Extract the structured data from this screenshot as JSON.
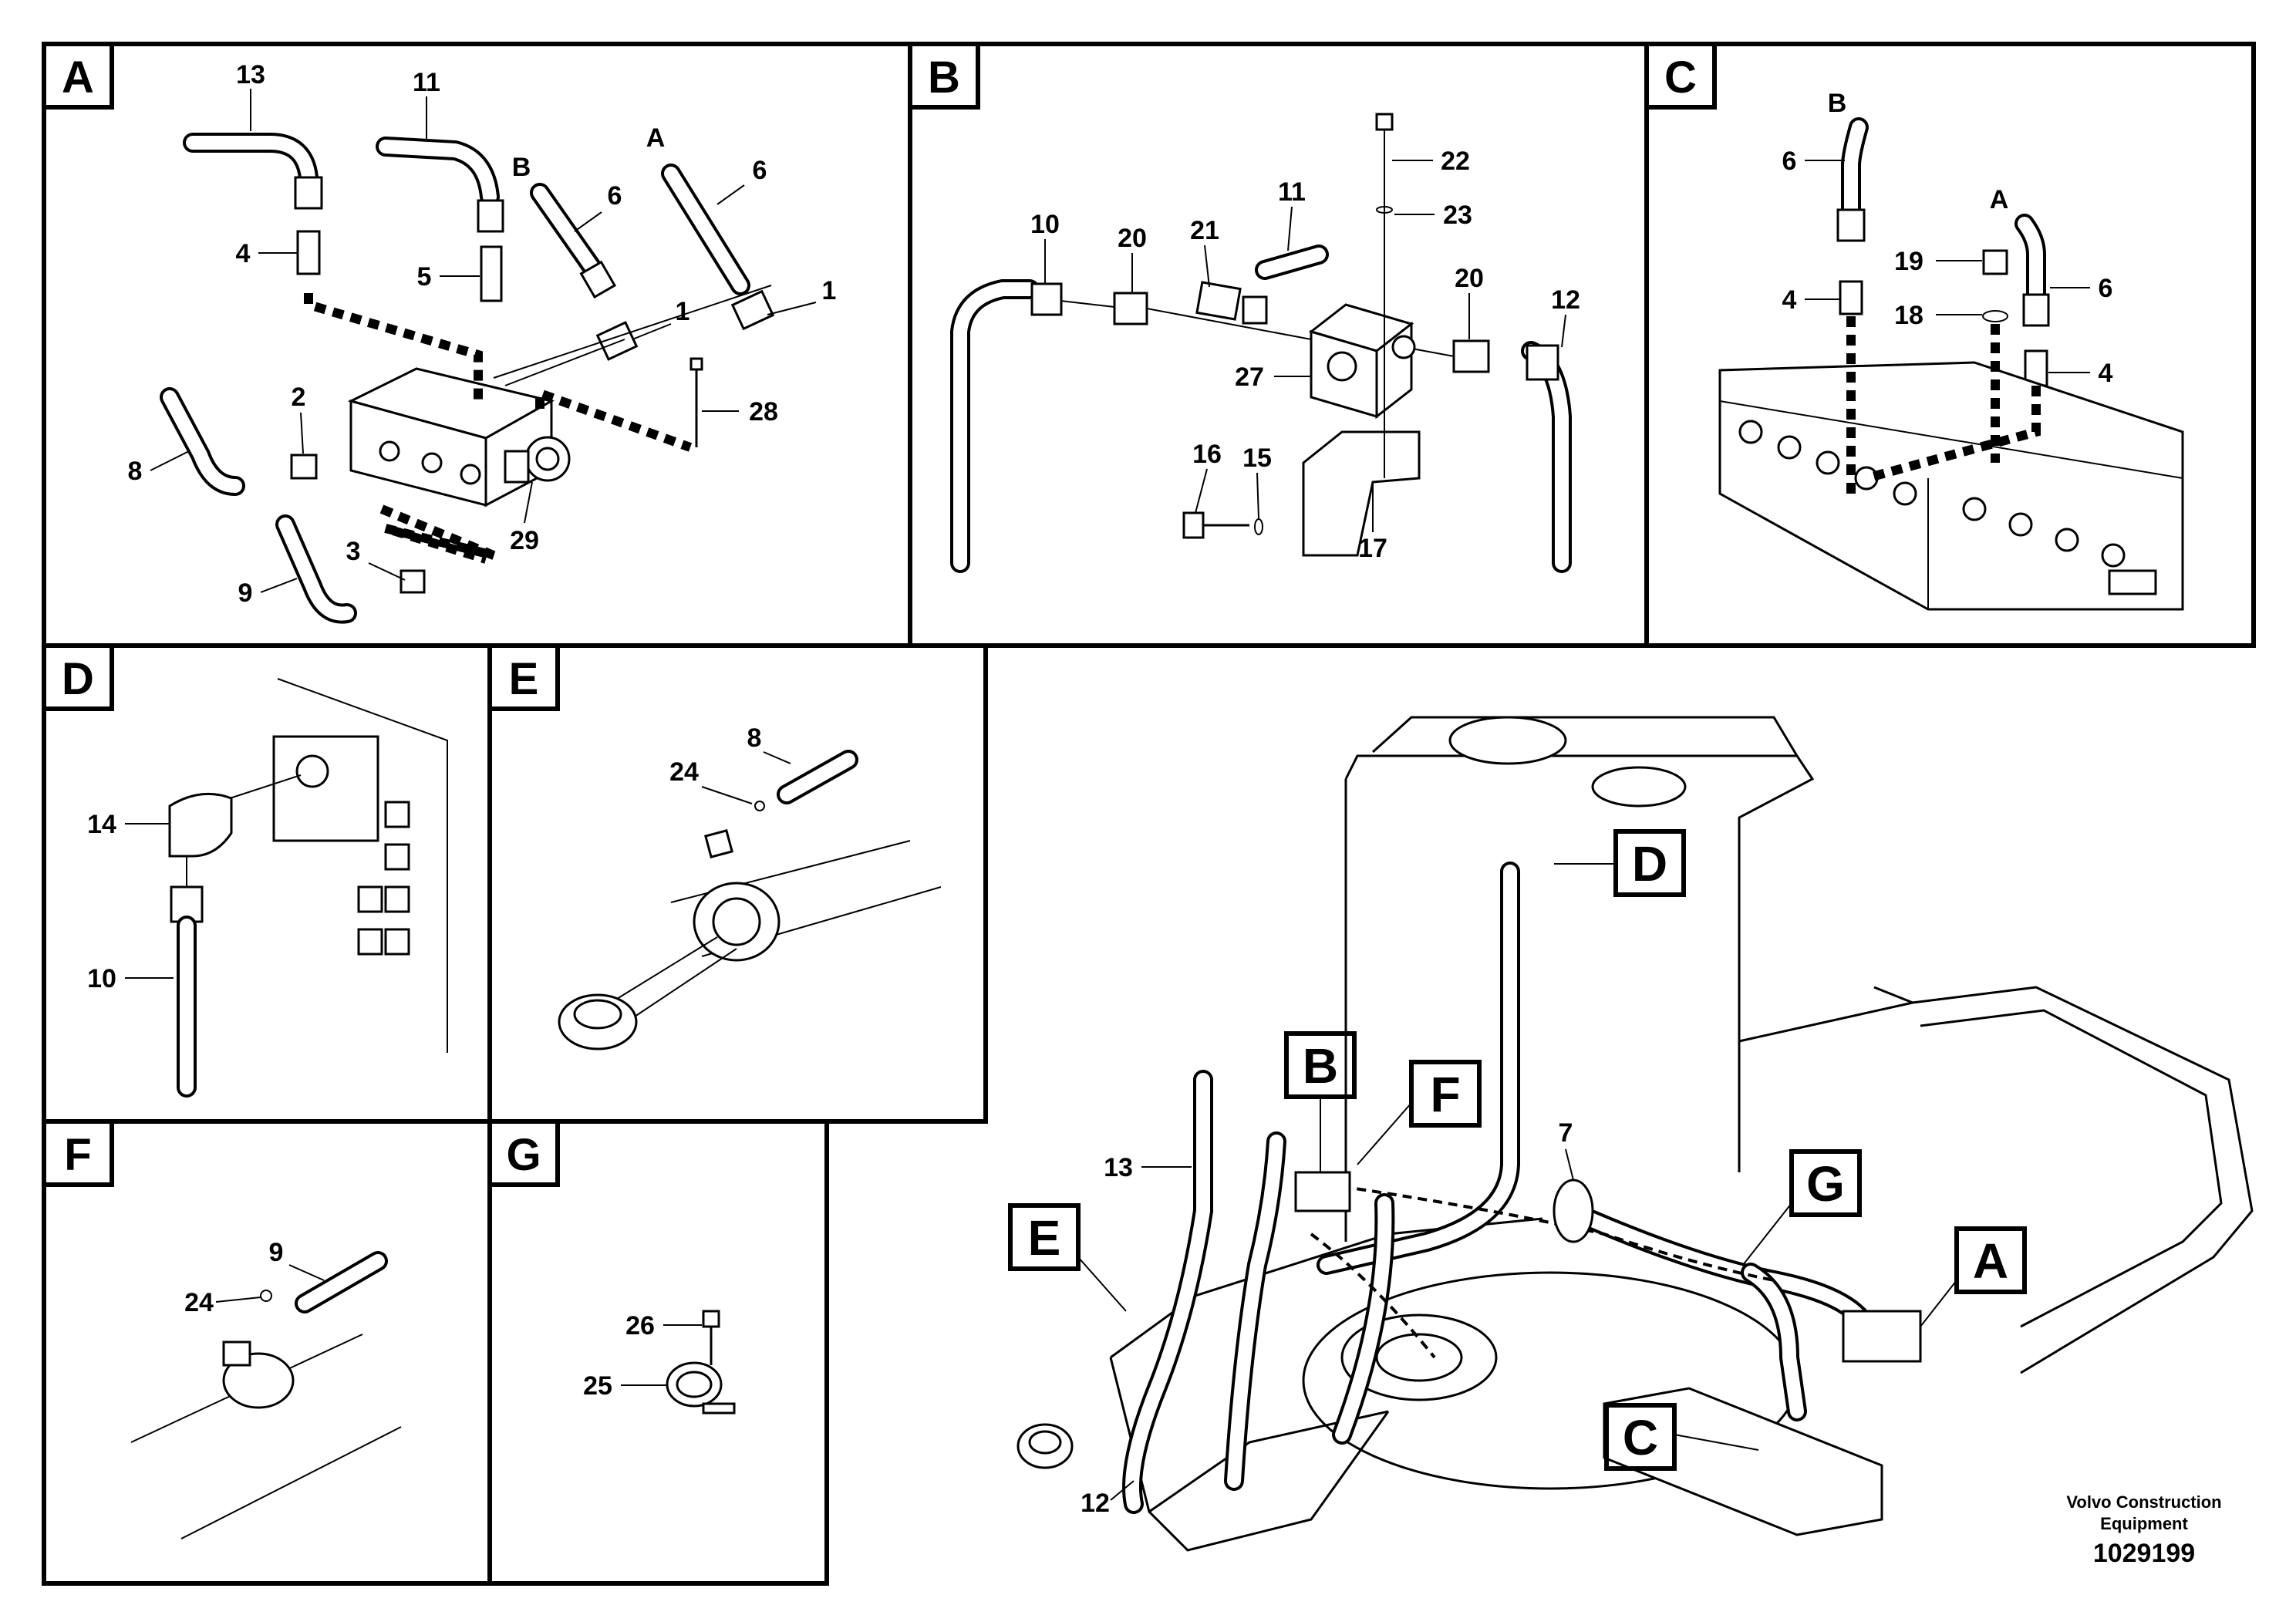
{
  "panels": {
    "A": {
      "letter": "A",
      "callouts": [
        "13",
        "11",
        "B",
        "6",
        "A",
        "6",
        "4",
        "5",
        "1",
        "1",
        "2",
        "28",
        "8",
        "29",
        "3",
        "9"
      ]
    },
    "B": {
      "letter": "B",
      "callouts": [
        "22",
        "23",
        "10",
        "20",
        "21",
        "11",
        "20",
        "12",
        "27",
        "16",
        "15",
        "17"
      ]
    },
    "C": {
      "letter": "C",
      "callouts": [
        "B",
        "6",
        "A",
        "19",
        "6",
        "4",
        "18",
        "4"
      ]
    },
    "D": {
      "letter": "D",
      "callouts": [
        "14",
        "10"
      ]
    },
    "E": {
      "letter": "E",
      "callouts": [
        "8",
        "24"
      ]
    },
    "F": {
      "letter": "F",
      "callouts": [
        "9",
        "24"
      ]
    },
    "G": {
      "letter": "G",
      "callouts": [
        "26",
        "25"
      ]
    }
  },
  "overview": {
    "labels": [
      "D",
      "B",
      "F",
      "7",
      "G",
      "A",
      "E",
      "C"
    ],
    "callouts": [
      "13",
      "12"
    ]
  },
  "footer": {
    "company_line1": "Volvo Construction",
    "company_line2": "Equipment",
    "drawing_number": "1029199"
  }
}
